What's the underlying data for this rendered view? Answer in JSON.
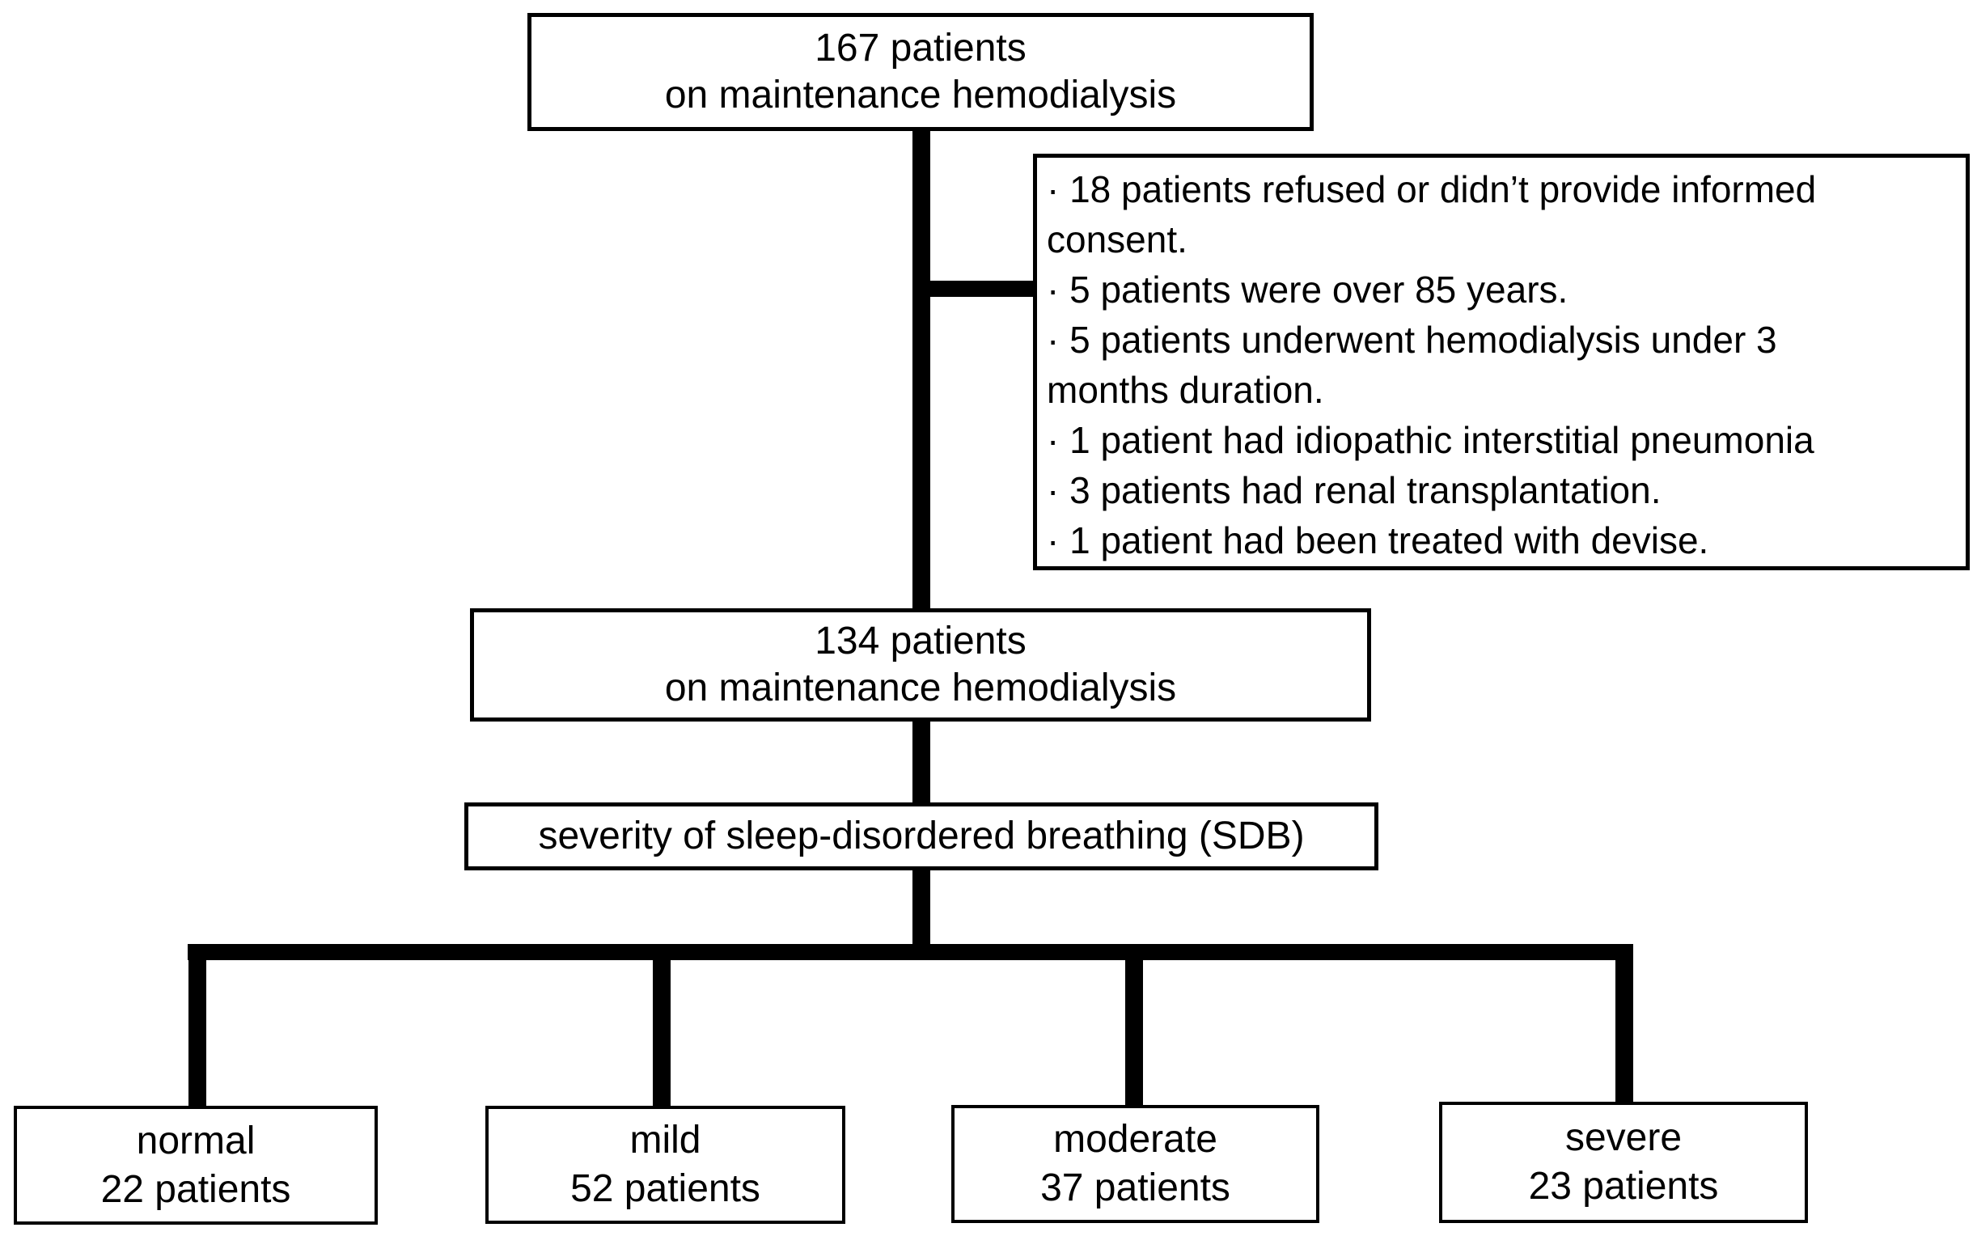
{
  "flow": {
    "top_box": {
      "line1": "167 patients",
      "line2": "on maintenance hemodialysis"
    },
    "exclusion_box": {
      "lines": [
        "· 18 patients refused or didn’t provide informed",
        "consent.",
        "· 5 patients were over 85 years.",
        "· 5 patients underwent hemodialysis under 3",
        "months duration.",
        "· 1 patient had idiopathic interstitial pneumonia",
        "· 3 patients had renal transplantation.",
        "· 1 patient had been treated with devise."
      ]
    },
    "mid_box": {
      "line1": "134 patients",
      "line2": "on maintenance hemodialysis"
    },
    "sdb_box": {
      "label": "severity of sleep-disordered breathing (SDB)"
    },
    "severity_boxes": [
      {
        "label": "normal",
        "count": "22 patients"
      },
      {
        "label": "mild",
        "count": "52 patients"
      },
      {
        "label": "moderate",
        "count": "37 patients"
      },
      {
        "label": "severe",
        "count": "23 patients"
      }
    ],
    "colors": {
      "line": "#000000",
      "background": "#ffffff",
      "text": "#000000"
    }
  }
}
